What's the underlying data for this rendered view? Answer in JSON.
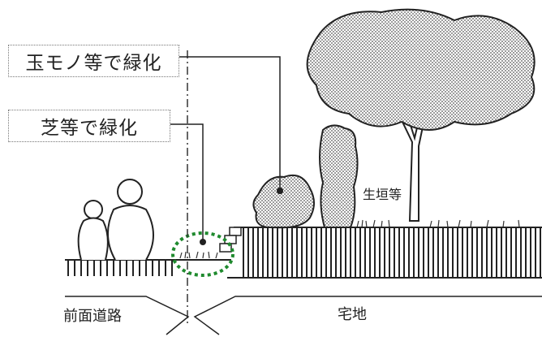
{
  "labels": {
    "tama": "玉モノ等で緑化",
    "shiba": "芝等で緑化",
    "hedge": "生垣等",
    "road": "前面道路",
    "lot": "宅地"
  },
  "colors": {
    "accent_green": "#1f8a2e",
    "line": "#222222",
    "foliage_fill": "#bdbdbd"
  },
  "icons": [
    "people-figure",
    "shrub",
    "hedge",
    "tree",
    "grass-highlight"
  ]
}
